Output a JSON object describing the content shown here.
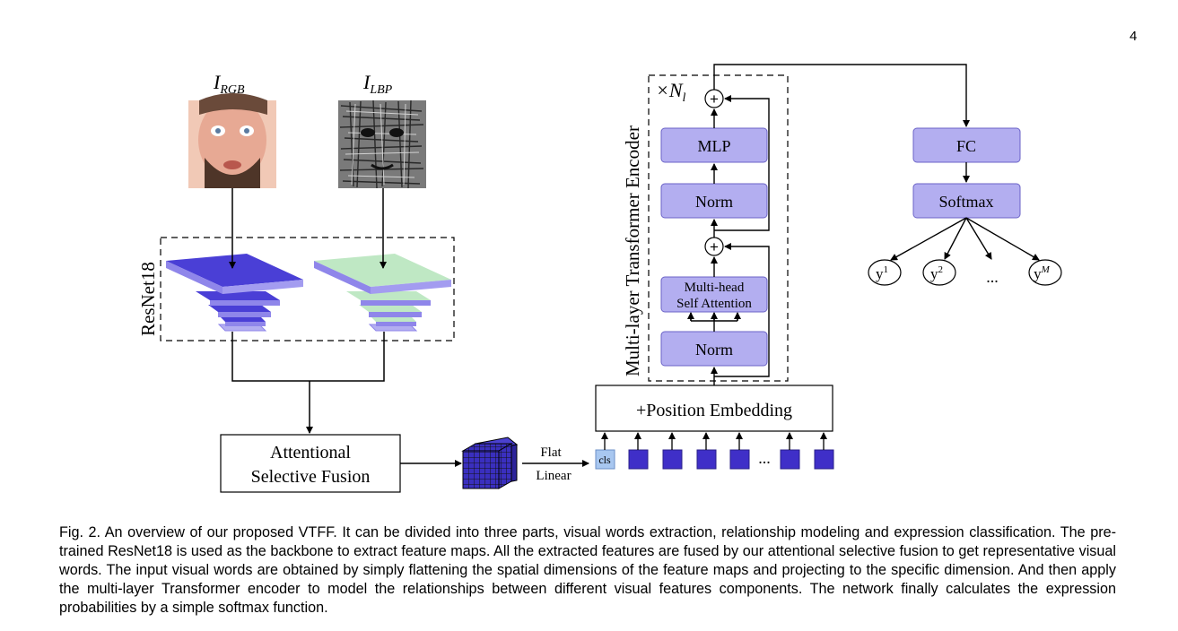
{
  "page_number": "4",
  "inputs": {
    "rgb_label": {
      "main": "I",
      "sub": "RGB"
    },
    "lbp_label": {
      "main": "I",
      "sub": "LBP"
    }
  },
  "backbone": {
    "label": "ResNet18"
  },
  "fusion": {
    "line1": "Attentional",
    "line2": "Selective Fusion"
  },
  "projection": {
    "flat": "Flat",
    "linear": "Linear"
  },
  "tokens": {
    "cls": "cls",
    "ellipsis": "..."
  },
  "encoder": {
    "title": "Multi-layer Transformer Encoder",
    "repeat": {
      "prefix": "×N",
      "sub": "l"
    },
    "position_embedding": "+Position Embedding",
    "norm1": "Norm",
    "attention_line1": "Multi-head",
    "attention_line2": "Self Attention",
    "norm2": "Norm",
    "mlp": "MLP",
    "plus": "+"
  },
  "head": {
    "fc": "FC",
    "softmax": "Softmax",
    "outputs": [
      {
        "base": "y",
        "sup": "1"
      },
      {
        "base": "y",
        "sup": "2"
      },
      {
        "base": "...",
        "sup": ""
      },
      {
        "base": "y",
        "sup": "M"
      }
    ]
  },
  "colors": {
    "block_fill": "#b3aef0",
    "block_stroke": "#6b63c7",
    "rgb_feature": "#4a3fd6",
    "lbp_feature": "#bfe8c4",
    "feature_side": "#8f86ea",
    "token": "#3f2fc8",
    "cls_token": "#a8c7f0"
  },
  "caption": "Fig. 2. An overview of our proposed VTFF. It can be divided into three parts, visual words extraction, relationship modeling and expression classification. The pre-trained ResNet18 is used as the backbone to extract feature maps. All the extracted features are fused by our attentional selective fusion to get representative visual words. The input visual words are obtained by simply flattening the spatial dimensions of the feature maps and projecting to the specific dimension. And then apply the multi-layer Transformer encoder to model the relationships between different visual features components. The network finally calculates the expression probabilities by a simple softmax function."
}
